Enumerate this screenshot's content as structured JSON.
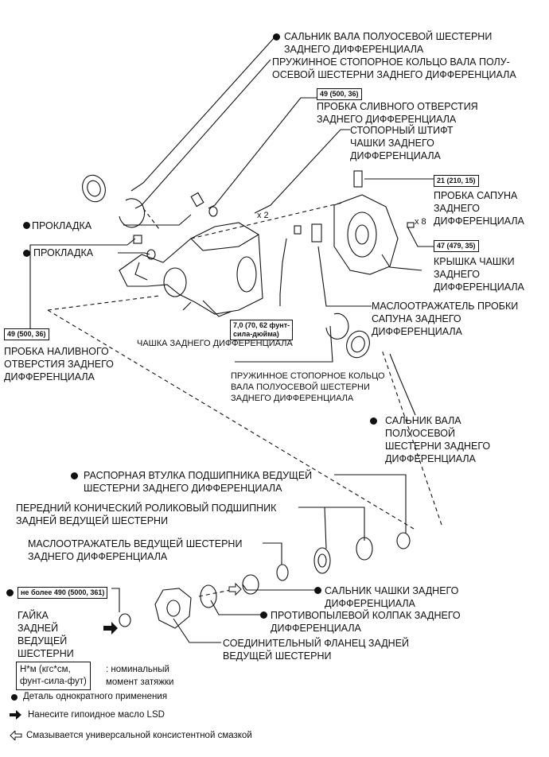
{
  "labels": {
    "rear_seal_1": "САЛЬНИК ВАЛА ПОЛУОСЕВОЙ ШЕСТЕРНИ\nЗАДНЕГО ДИФФЕРЕНЦИАЛА",
    "snap_ring_1": "ПРУЖИННОЕ СТОПОРНОЕ КОЛЬЦО ВАЛА ПОЛУ-\nОСЕВОЙ ШЕСТЕРНИ ЗАДНЕГО ДИФФЕРЕНЦИАЛА",
    "drain_plug": "ПРОБКА СЛИВНОГО ОТВЕРСТИЯ\nЗАДНЕГО ДИФФЕРЕНЦИАЛА",
    "lock_pin": "СТОПОРНЫЙ ШТИФТ\nЧАШКИ ЗАДНЕГО\nДИФФЕРЕНЦИАЛА",
    "breather_plug": "ПРОБКА САПУНА\nЗАДНЕГО\nДИФФЕРЕНЦИАЛА",
    "gasket_1": "ПРОКЛАДКА",
    "gasket_2": "ПРОКЛАДКА",
    "cover": "КРЫШКА ЧАШКИ\nЗАДНЕГО\nДИФФЕРЕНЦИАЛА",
    "deflector": "МАСЛООТРАЖАТЕЛЬ ПРОБКИ\nСАПУНА ЗАДНЕГО\nДИФФЕРЕНЦИАЛА",
    "filler_plug": "ПРОБКА НАЛИВНОГО\nОТВЕРСТИЯ ЗАДНЕГО\nДИФФЕРЕНЦИАЛА",
    "carrier": "ЧАШКА ЗАДНЕГО ДИФФЕРЕНЦИАЛА",
    "snap_ring_2": "ПРУЖИННОЕ СТОПОРНОЕ КОЛЬЦО\nВАЛА ПОЛУОСЕВОЙ ШЕСТЕРНИ\nЗАДНЕГО ДИФФЕРЕНЦИАЛА",
    "rear_seal_2": "САЛЬНИК ВАЛА\nПОЛУОСЕВОЙ\nШЕСТЕРНИ ЗАДНЕГО\nДИФФЕРЕНЦИАЛА",
    "spacer": "РАСПОРНАЯ ВТУЛКА ПОДШИПНИКА ВЕДУЩЕЙ\nШЕСТЕРНИ ЗАДНЕГО ДИФФЕРЕНЦИАЛА",
    "front_bearing": "ПЕРЕДНИЙ КОНИЧЕСКИЙ РОЛИКОВЫЙ ПОДШИПНИК\nЗАДНЕЙ ВЕДУЩЕЙ ШЕСТЕРНИ",
    "oil_slinger": "МАСЛООТРАЖАТЕЛЬ ВЕДУЩЕЙ ШЕСТЕРНИ\nЗАДНЕГО ДИФФЕРЕНЦИАЛА",
    "carrier_seal": "САЛЬНИК ЧАШКИ ЗАДНЕГО\nДИФФЕРЕНЦИАЛА",
    "dust_deflector": "ПРОТИВОПЫЛЕВОЙ КОЛПАК ЗАДНЕГО\nДИФФЕРЕНЦИАЛА",
    "companion_flange": "СОЕДИНИТЕЛЬНЫЙ ФЛАНЕЦ ЗАДНЕЙ\nВЕДУЩЕЙ ШЕСТЕРНИ",
    "nut": "ГАЙКА\nЗАДНЕЙ\nВЕДУЩЕЙ\nШЕСТЕРНИ"
  },
  "torques": {
    "drain": "49 (500, 36)",
    "breather": "21 (210, 15)",
    "cover": "47 (479, 35)",
    "filler": "49 (500, 36)",
    "pin": "7,0 (70, 62 фунт-\nсила-дюйма)",
    "nut": "не более 490 (5000, 361)"
  },
  "counts": {
    "x2": "x 2",
    "x8": "x 8"
  },
  "legend": {
    "unit_box": "Н*м (кгс*см,\nфунт-сила-фут)",
    "unit_desc": ": номинальный\nмомент затяжки",
    "non_reusable": "Деталь однократного применения",
    "lsd_oil": "Нанесите гипоидное масло LSD",
    "grease": "Смазывается универсальной консистентной смазкой"
  },
  "icons": {
    "non_reusable": "filled-dot-icon",
    "lsd_oil": "filled-arrow-icon",
    "grease": "hollow-arrow-icon"
  }
}
